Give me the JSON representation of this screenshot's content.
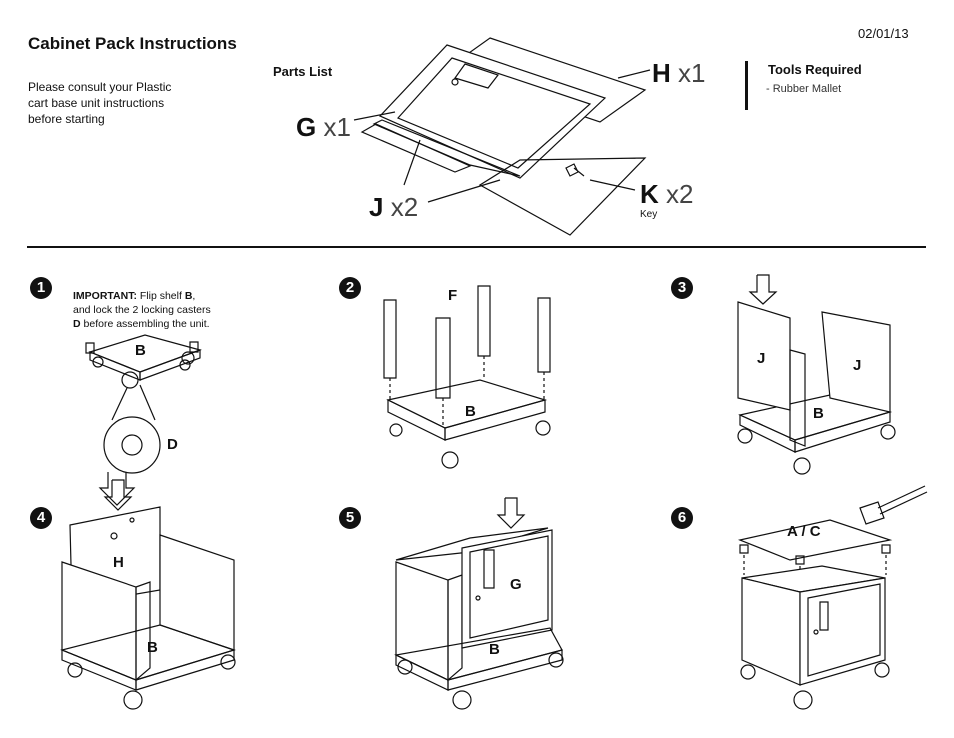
{
  "header": {
    "title": "Cabinet Pack Instructions",
    "date": "02/01/13",
    "consult_text": "Please consult your Plastic\ncart base unit instructions\nbefore starting"
  },
  "parts_list": {
    "heading": "Parts List",
    "items": [
      {
        "letter": "H",
        "qty": "x1"
      },
      {
        "letter": "G",
        "qty": "x1"
      },
      {
        "letter": "J",
        "qty": "x2"
      },
      {
        "letter": "K",
        "qty": "x2"
      }
    ],
    "key_label": "Key"
  },
  "tools": {
    "heading": "Tools Required",
    "items": [
      "-  Rubber Mallet"
    ]
  },
  "steps": [
    {
      "number": "1",
      "labels": [
        "B",
        "D"
      ]
    },
    {
      "number": "2",
      "labels": [
        "F",
        "B"
      ]
    },
    {
      "number": "3",
      "labels": [
        "J",
        "J",
        "B"
      ]
    },
    {
      "number": "4",
      "labels": [
        "H",
        "B"
      ]
    },
    {
      "number": "5",
      "labels": [
        "G",
        "B"
      ]
    },
    {
      "number": "6",
      "labels": [
        "A / C"
      ]
    }
  ],
  "step1_note": {
    "important": "IMPORTANT:",
    "text1": " Flip shelf ",
    "shelf": "B",
    "text2": ",\nand lock the 2 locking casters\n",
    "caster": "D",
    "text3": " before assembling the unit."
  }
}
